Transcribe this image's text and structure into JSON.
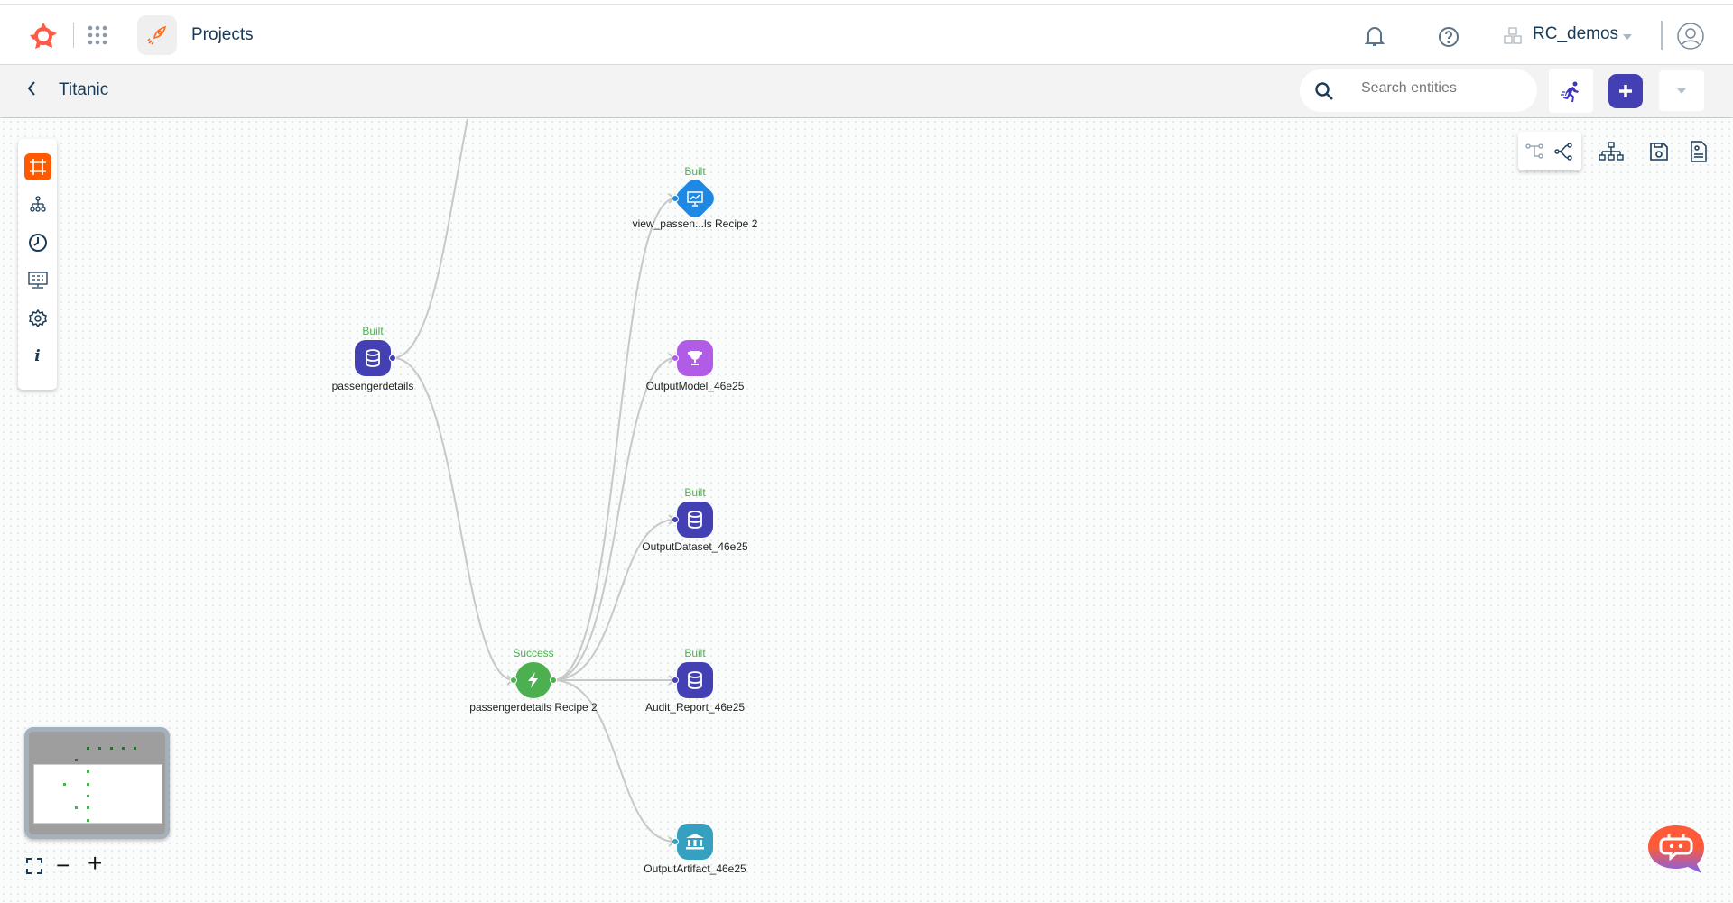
{
  "header": {
    "app_section": "Projects",
    "workspace": "RC_demos"
  },
  "subheader": {
    "back_label": "<",
    "project_title": "Titanic",
    "search_placeholder": "Search entities"
  },
  "sidebar": {
    "items": [
      {
        "icon": "canvas-icon",
        "active": true
      },
      {
        "icon": "hierarchy-icon"
      },
      {
        "icon": "clock-icon"
      },
      {
        "icon": "dashboard-icon"
      },
      {
        "icon": "gear-icon"
      },
      {
        "icon": "info-icon",
        "label": "i"
      }
    ]
  },
  "colors": {
    "brand": "#ff5722",
    "dataset": "#4340b4",
    "model": "#b05ce6",
    "chart": "#1e88e5",
    "recipe": "#4caf50",
    "artifact": "#35a0bf",
    "status": "#4caf50"
  },
  "nodes": [
    {
      "id": "passengerdetails",
      "label": "passengerdetails",
      "status": "Built",
      "type": "dataset"
    },
    {
      "id": "recipe",
      "label": "passengerdetails Recipe 2",
      "status": "Success",
      "type": "recipe"
    },
    {
      "id": "chart",
      "label": "view_passen...ls Recipe 2",
      "status": "Built",
      "type": "chart"
    },
    {
      "id": "model",
      "label": "OutputModel_46e25",
      "status": "",
      "type": "model"
    },
    {
      "id": "outds",
      "label": "OutputDataset_46e25",
      "status": "Built",
      "type": "dataset"
    },
    {
      "id": "audit",
      "label": "Audit_Report_46e25",
      "status": "Built",
      "type": "dataset"
    },
    {
      "id": "artifact",
      "label": "OutputArtifact_46e25",
      "status": "",
      "type": "artifact"
    }
  ],
  "zoom_controls": {
    "minus": "−",
    "plus": "+"
  }
}
